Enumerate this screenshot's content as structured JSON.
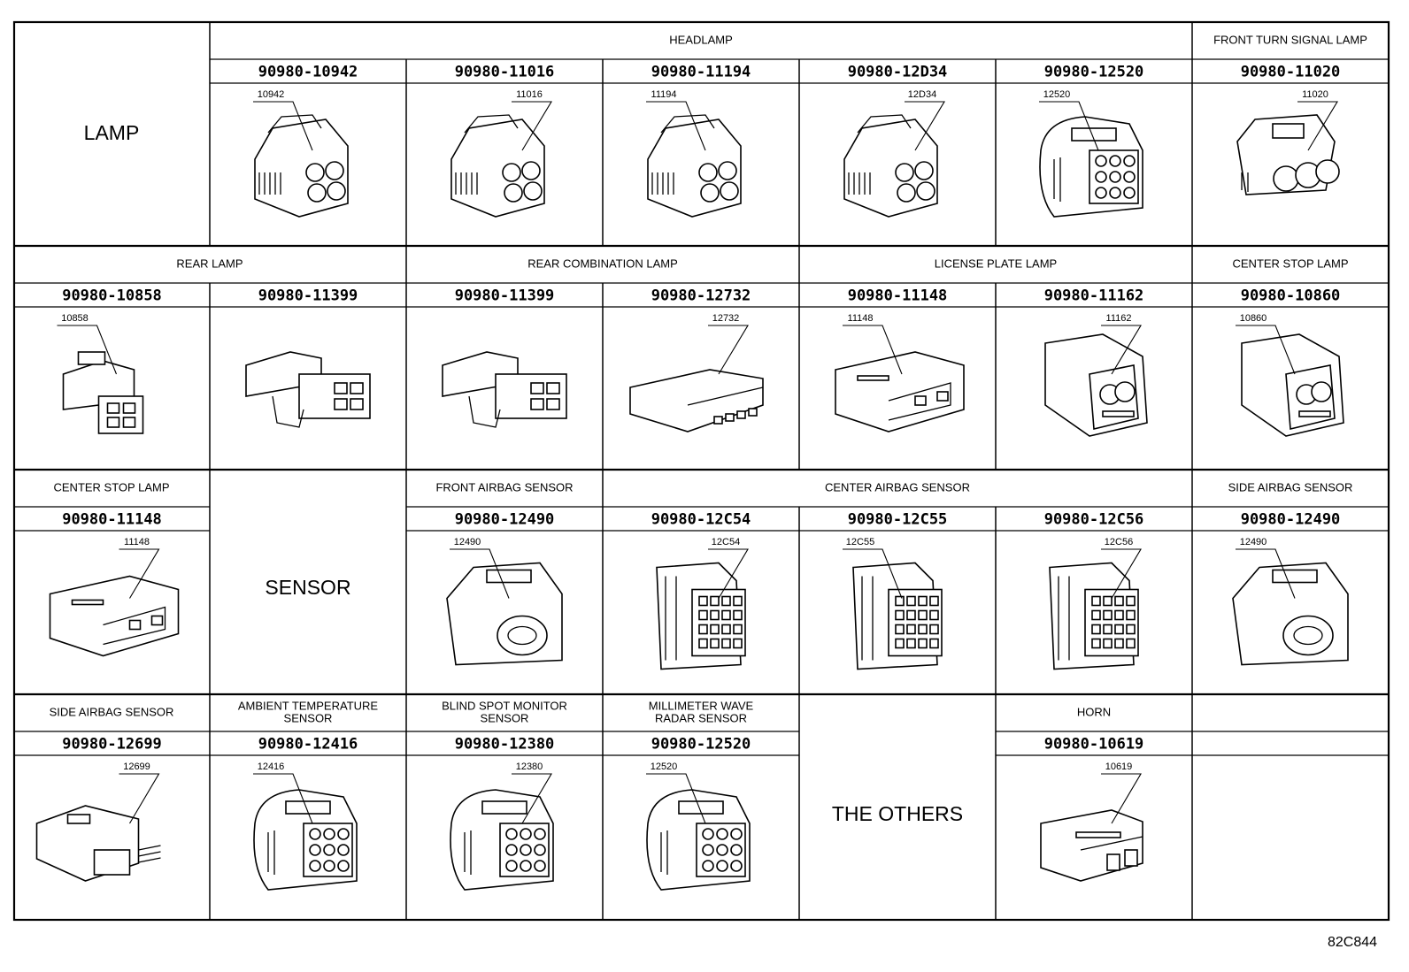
{
  "sections": {
    "lamp": "LAMP",
    "sensor": "SENSOR",
    "others": "THE OTHERS"
  },
  "groups": {
    "headlamp": "HEADLAMP",
    "front_turn_signal_lamp": "FRONT TURN SIGNAL LAMP",
    "rear_lamp": "REAR LAMP",
    "rear_combination_lamp": "REAR COMBINATION LAMP",
    "license_plate_lamp": "LICENSE PLATE LAMP",
    "center_stop_lamp_r2": "CENTER STOP LAMP",
    "center_stop_lamp_r3": "CENTER STOP LAMP",
    "front_airbag_sensor": "FRONT AIRBAG SENSOR",
    "center_airbag_sensor": "CENTER AIRBAG SENSOR",
    "side_airbag_sensor_r3": "SIDE AIRBAG SENSOR",
    "side_airbag_sensor_r4": "SIDE AIRBAG SENSOR",
    "ambient_temperature_sensor": [
      "AMBIENT TEMPERATURE",
      "SENSOR"
    ],
    "blind_spot_monitor_sensor": [
      "BLIND SPOT MONITOR",
      "SENSOR"
    ],
    "millimeter_wave_radar_sensor": [
      "MILLIMETER WAVE",
      "RADAR SENSOR"
    ],
    "horn": "HORN"
  },
  "connectors": [
    {
      "part": "90980-10942",
      "tag": "10942"
    },
    {
      "part": "90980-11016",
      "tag": "11016"
    },
    {
      "part": "90980-11194",
      "tag": "11194"
    },
    {
      "part": "90980-12D34",
      "tag": "12D34"
    },
    {
      "part": "90980-12520",
      "tag": "12520"
    },
    {
      "part": "90980-11020",
      "tag": "11020"
    },
    {
      "part": "90980-10858",
      "tag": "10858"
    },
    {
      "part": "90980-11399",
      "tag": ""
    },
    {
      "part": "90980-11399",
      "tag": ""
    },
    {
      "part": "90980-12732",
      "tag": "12732"
    },
    {
      "part": "90980-11148",
      "tag": "11148"
    },
    {
      "part": "90980-11162",
      "tag": "11162"
    },
    {
      "part": "90980-10860",
      "tag": "10860"
    },
    {
      "part": "90980-11148",
      "tag": "11148"
    },
    {
      "part": "90980-12490",
      "tag": "12490"
    },
    {
      "part": "90980-12C54",
      "tag": "12C54"
    },
    {
      "part": "90980-12C55",
      "tag": "12C55"
    },
    {
      "part": "90980-12C56",
      "tag": "12C56"
    },
    {
      "part": "90980-12490",
      "tag": "12490"
    },
    {
      "part": "90980-12699",
      "tag": "12699"
    },
    {
      "part": "90980-12416",
      "tag": "12416"
    },
    {
      "part": "90980-12380",
      "tag": "12380"
    },
    {
      "part": "90980-12520",
      "tag": "12520"
    },
    {
      "part": "90980-10619",
      "tag": "10619"
    }
  ],
  "drawing_ref": "82C844"
}
